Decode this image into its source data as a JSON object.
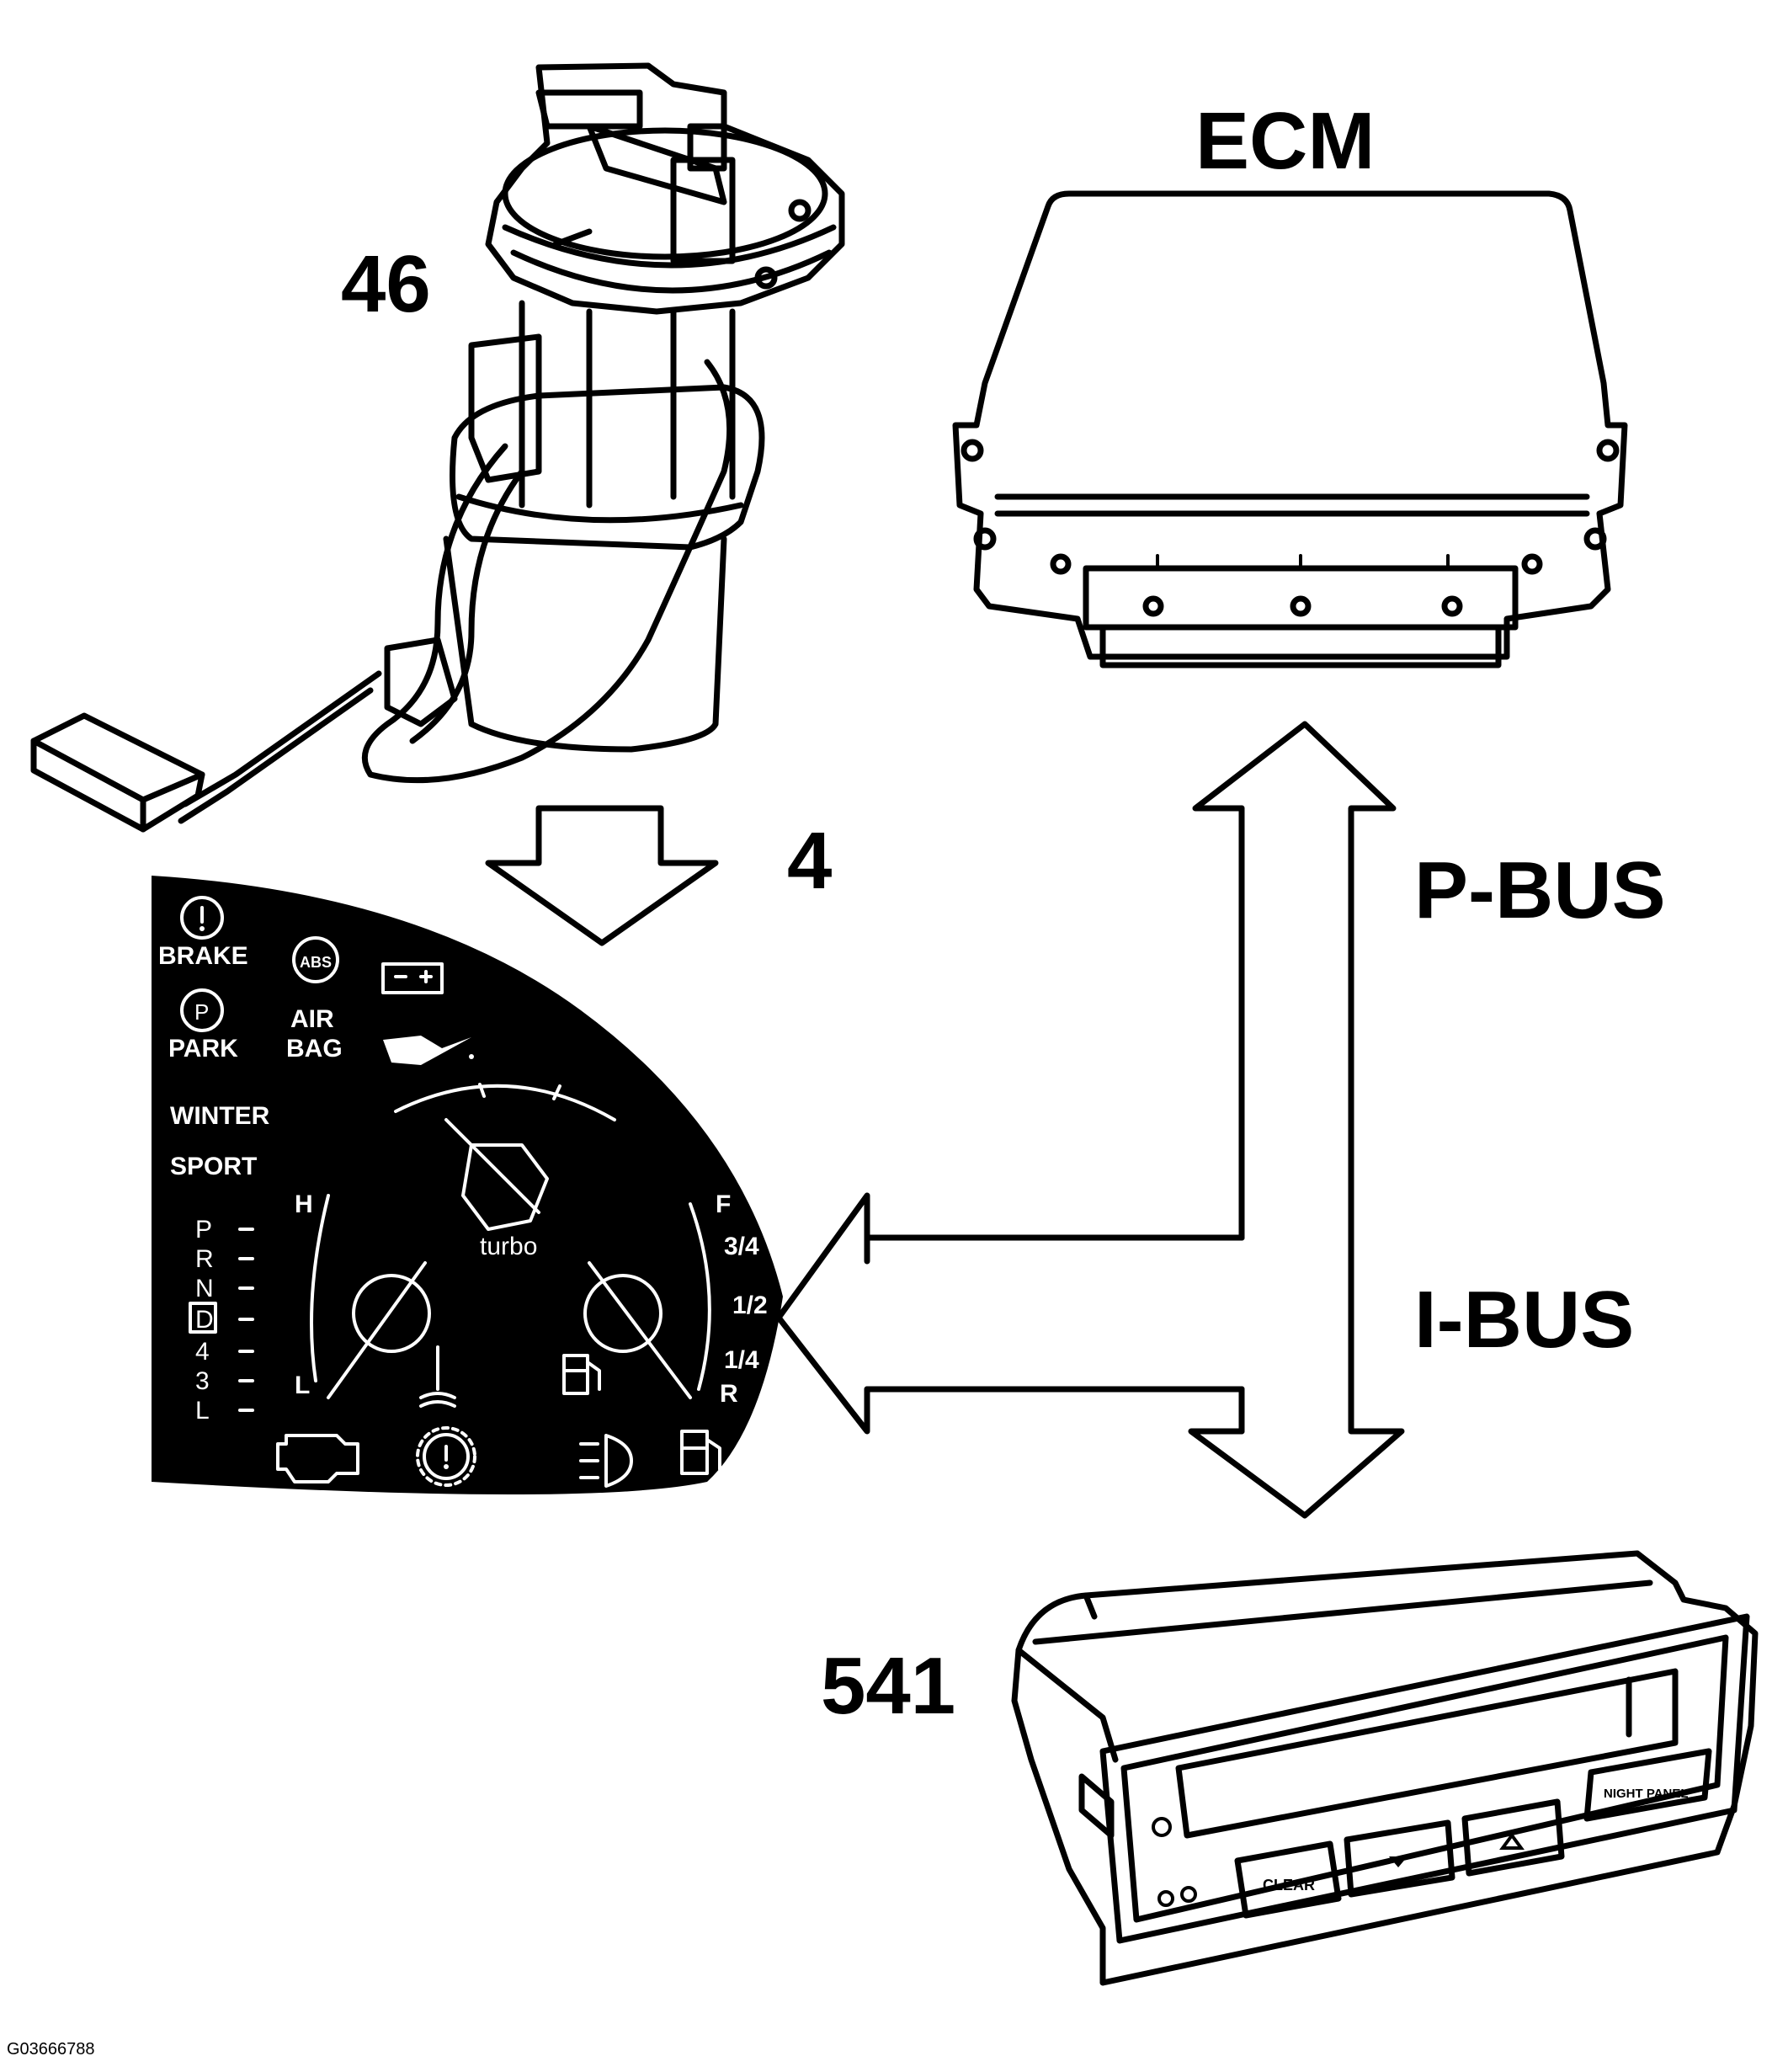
{
  "labels": {
    "ecm": "ECM",
    "fuel_pump": "46",
    "instrument_cluster": "4",
    "display_unit": "541",
    "p_bus": "P-BUS",
    "i_bus": "I-BUS",
    "figure_id": "G03666788"
  },
  "cluster": {
    "brake": "BRAKE",
    "abs": "ABS",
    "park": "PARK",
    "air": "AIR",
    "bag": "BAG",
    "winter": "WINTER",
    "sport": "SPORT",
    "turbo": "turbo",
    "temp_high": "H",
    "temp_low": "L",
    "fuel_full": "F",
    "fuel_reserve": "R",
    "fuel_three_quarter": "3/4",
    "fuel_half": "1/2",
    "fuel_quarter": "1/4",
    "gears": [
      "P",
      "R",
      "N",
      "D",
      "4",
      "3",
      "L"
    ]
  },
  "display": {
    "clear_button": "CLEAR",
    "night_panel_button": "NIGHT PANEL"
  },
  "icons": [
    "fuel-pump-icon",
    "ecm-icon",
    "instrument-cluster-icon",
    "info-display-icon",
    "bus-arrow-icon"
  ],
  "colors": {
    "ink": "#000000",
    "paper": "#ffffff"
  }
}
